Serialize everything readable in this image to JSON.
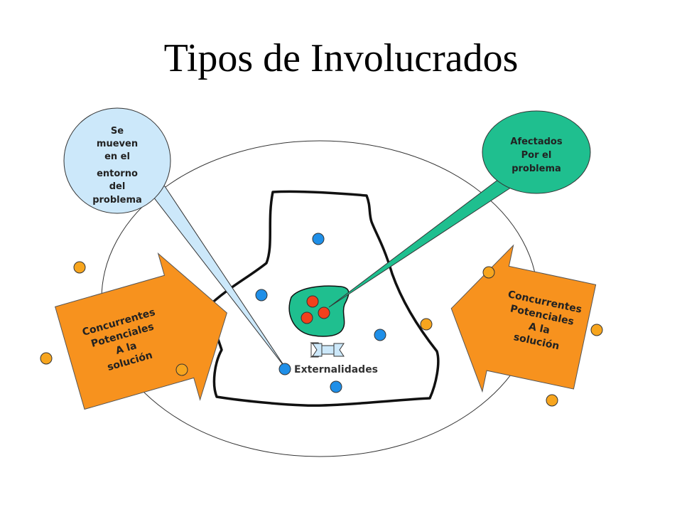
{
  "title": "Tipos de Involucrados",
  "bubble_left": {
    "lines": [
      "Se",
      "mueven",
      "en el",
      "entorno",
      "del",
      "problema"
    ]
  },
  "bubble_right": {
    "lines": [
      "Afectados",
      "Por el",
      "problema"
    ]
  },
  "arrow_left": {
    "lines": [
      "Concurrentes",
      "Potenciales",
      "A la",
      "solución"
    ]
  },
  "arrow_right": {
    "lines": [
      "Concurrentes",
      "Potenciales",
      "A la",
      "solución"
    ]
  },
  "externalities_label": "Externalidades",
  "colors": {
    "orange": "#f7921e",
    "green": "#1fbf8f",
    "light_blue": "#cce8fa",
    "blue_dot": "#1f8fe8",
    "red_dot": "#f2401c",
    "orange_dot": "#f7a51e"
  }
}
